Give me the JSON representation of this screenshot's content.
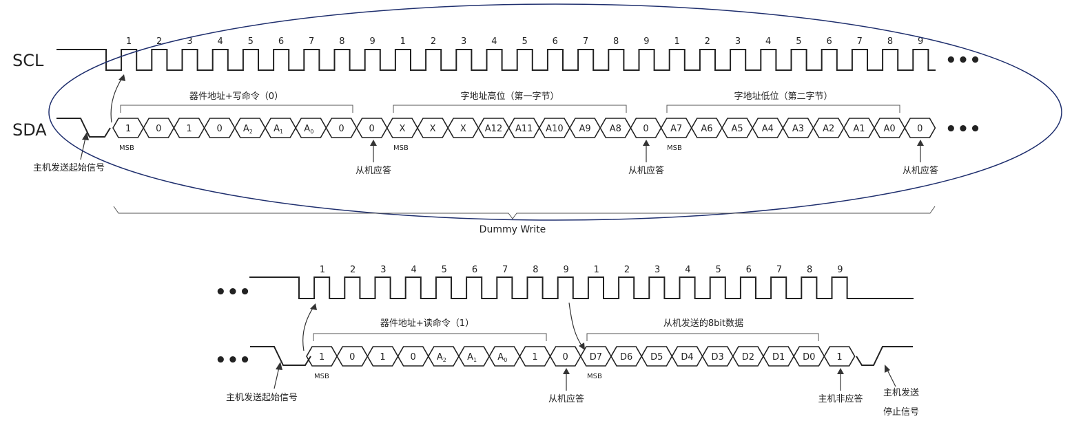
{
  "top": {
    "scl_label": "SCL",
    "sda_label": "SDA",
    "clock_numbers": [
      "1",
      "2",
      "3",
      "4",
      "5",
      "6",
      "7",
      "8",
      "9",
      "1",
      "2",
      "3",
      "4",
      "5",
      "6",
      "7",
      "8",
      "9",
      "1",
      "2",
      "3",
      "4",
      "5",
      "6",
      "7",
      "8",
      "9"
    ],
    "group1_label": "器件地址+写命令（0）",
    "group2_label": "字地址高位（第一字节）",
    "group3_label": "字地址低位（第二字节）",
    "group1_bits": [
      {
        "main": "1",
        "sub": ""
      },
      {
        "main": "0",
        "sub": ""
      },
      {
        "main": "1",
        "sub": ""
      },
      {
        "main": "0",
        "sub": ""
      },
      {
        "main": "A",
        "sub": "2"
      },
      {
        "main": "A",
        "sub": "1"
      },
      {
        "main": "A",
        "sub": "0"
      },
      {
        "main": "0",
        "sub": ""
      },
      {
        "main": "0",
        "sub": ""
      }
    ],
    "group2_bits": [
      "X",
      "X",
      "X",
      "A12",
      "A11",
      "A10",
      "A9",
      "A8",
      "0"
    ],
    "group3_bits": [
      "A7",
      "A6",
      "A5",
      "A4",
      "A3",
      "A2",
      "A1",
      "A0",
      "0"
    ],
    "msb": "MSB",
    "start_note": "主机发送起始信号",
    "ack_note": "从机应答",
    "dummy_write": "Dummy Write",
    "ellipsis": "•••"
  },
  "bottom": {
    "clock_numbers": [
      "1",
      "2",
      "3",
      "4",
      "5",
      "6",
      "7",
      "8",
      "9",
      "1",
      "2",
      "3",
      "4",
      "5",
      "6",
      "7",
      "8",
      "9"
    ],
    "group1_label": "器件地址+读命令（1）",
    "group2_label": "从机发送的8bit数据",
    "group1_bits": [
      {
        "main": "1",
        "sub": ""
      },
      {
        "main": "0",
        "sub": ""
      },
      {
        "main": "1",
        "sub": ""
      },
      {
        "main": "0",
        "sub": ""
      },
      {
        "main": "A",
        "sub": "2"
      },
      {
        "main": "A",
        "sub": "1"
      },
      {
        "main": "A",
        "sub": "0"
      },
      {
        "main": "1",
        "sub": ""
      },
      {
        "main": "0",
        "sub": ""
      }
    ],
    "group2_bits": [
      "D7",
      "D6",
      "D5",
      "D4",
      "D3",
      "D2",
      "D1",
      "D0",
      "1"
    ],
    "msb": "MSB",
    "start_note": "主机发送起始信号",
    "ack_note": "从机应答",
    "nack_note": "主机非应答",
    "stop_note_line1": "主机发送",
    "stop_note_line2": "停止信号",
    "ellipsis": "•••"
  },
  "colors": {
    "waveform": "#222222",
    "ellipse": "#1f2f6e",
    "brace": "#555555"
  }
}
